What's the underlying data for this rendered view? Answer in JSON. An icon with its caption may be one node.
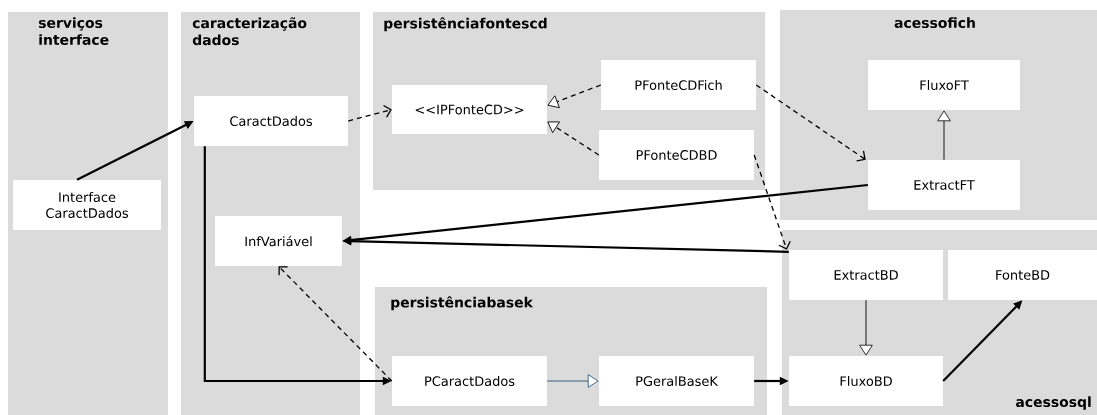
{
  "diagram": {
    "nodes": [
      {
        "text": [
          "serviços interface"
        ]
      },
      {
        "text": [
          "caracterização dados"
        ]
      },
      {
        "text": [
          "persistênciafontescd"
        ]
      },
      {
        "text": [
          "acessofich"
        ]
      },
      {
        "text": [
          "persistênciabasek"
        ]
      },
      {
        "text": [
          "acessosql"
        ]
      },
      {
        "text": [
          "Interface CaractDados"
        ],
        "in": 0
      },
      {
        "text": [
          "CaractDados"
        ],
        "in": 1
      },
      {
        "text": [
          "<<IPFonteCD>>"
        ],
        "in": 2
      },
      {
        "text": [
          "PFonteCDFich"
        ],
        "in": 2
      },
      {
        "text": [
          "PFonteCDBD"
        ],
        "in": 2
      },
      {
        "text": [
          "FluxoFT"
        ],
        "in": 3
      },
      {
        "text": [
          "ExtractFT"
        ],
        "in": 3
      },
      {
        "text": [
          "InfVariável"
        ],
        "in": 1
      },
      {
        "text": [
          "ExtractBD"
        ],
        "in": 5
      },
      {
        "text": [
          "FonteBD"
        ],
        "in": 5
      },
      {
        "text": [
          "PCaractDados"
        ],
        "in": 4
      },
      {
        "text": [
          "PGeralBaseK"
        ],
        "in": 4
      },
      {
        "text": [
          "FluxoBD"
        ],
        "in": 5
      }
    ],
    "edges": [
      {
        "from": 6,
        "to": 7,
        "arrow": "to"
      },
      {
        "from": 7,
        "to": 8,
        "arrow": "to",
        "style": "dashed"
      },
      {
        "from": 9,
        "to": 8,
        "arrow": "to",
        "style": "dashed"
      },
      {
        "from": 10,
        "to": 8,
        "arrow": "to",
        "style": "dashed"
      },
      {
        "from": 9,
        "to": 12,
        "arrow": "to",
        "style": "dashed"
      },
      {
        "from": 12,
        "to": 11,
        "arrow": "to"
      },
      {
        "from": 12,
        "to": 13,
        "arrow": "to"
      },
      {
        "from": 10,
        "to": 14,
        "arrow": "to",
        "style": "dashed"
      },
      {
        "from": 14,
        "to": 13,
        "arrow": "to"
      },
      {
        "from": 16,
        "to": 13,
        "arrow": "to",
        "style": "dashed"
      },
      {
        "from": 7,
        "to": 16,
        "arrow": "to"
      },
      {
        "from": 16,
        "to": 17,
        "arrow": "to",
        "color": "#1f4e79"
      },
      {
        "from": 17,
        "to": 18,
        "arrow": "to"
      },
      {
        "from": 14,
        "to": 18,
        "arrow": "to"
      },
      {
        "from": 18,
        "to": 15,
        "arrow": "to"
      }
    ]
  }
}
